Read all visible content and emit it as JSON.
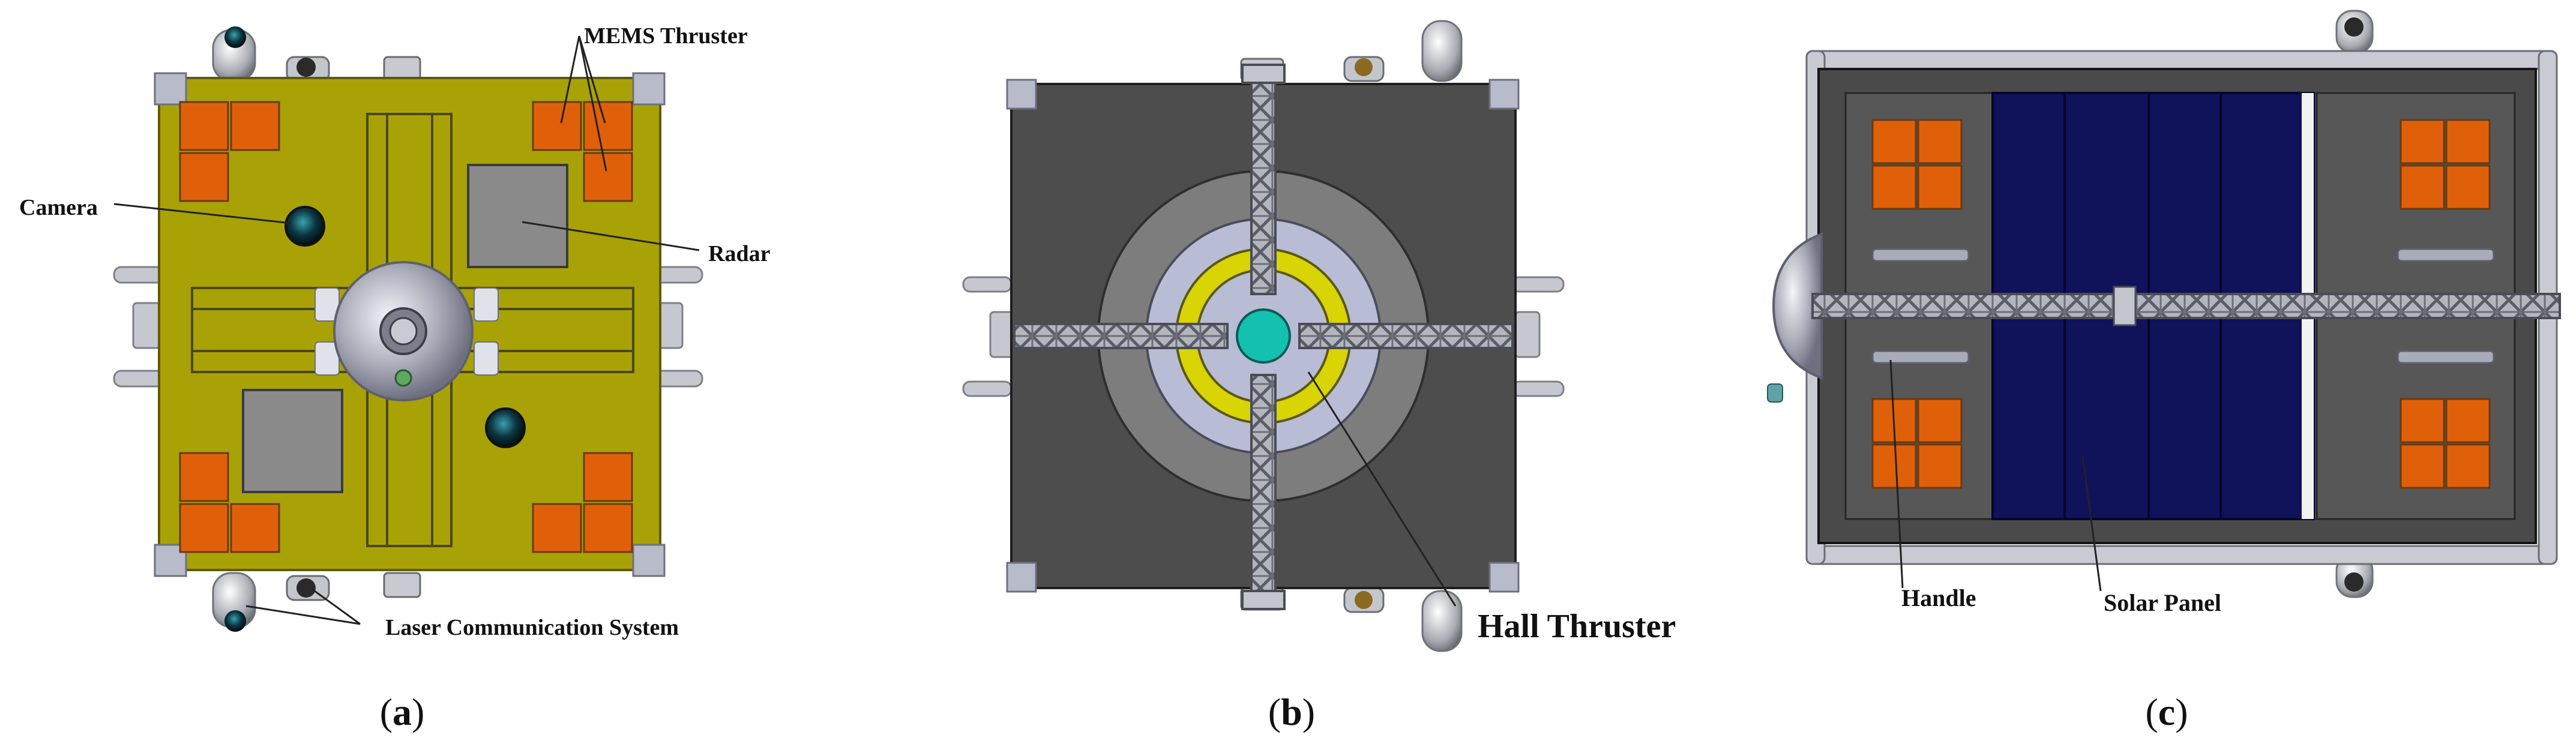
{
  "colors": {
    "panel_a_body": "#a8a206",
    "panel_b_body": "#4d4d4d",
    "panel_c_body": "#4a4a4a",
    "thruster_orange": "#e0600a",
    "solar_blue": "#10135a",
    "hall_yellow": "#d8d405",
    "hall_cyan": "#14c0b0",
    "truss_gray": "#9a9ca6"
  },
  "panels": [
    {
      "id": "a",
      "caption": {
        "open": "(",
        "letter": "a",
        "close": ")"
      },
      "labels": {
        "mems_thruster": "MEMS Thruster",
        "camera": "Camera",
        "radar": "Radar",
        "laser": "Laser Communication System"
      }
    },
    {
      "id": "b",
      "caption": {
        "open": "(",
        "letter": "b",
        "close": ")"
      },
      "labels": {
        "hall_thruster": "Hall Thruster"
      }
    },
    {
      "id": "c",
      "caption": {
        "open": "(",
        "letter": "c",
        "close": ")"
      },
      "labels": {
        "handle": "Handle",
        "solar_panel": "Solar Panel"
      }
    }
  ]
}
